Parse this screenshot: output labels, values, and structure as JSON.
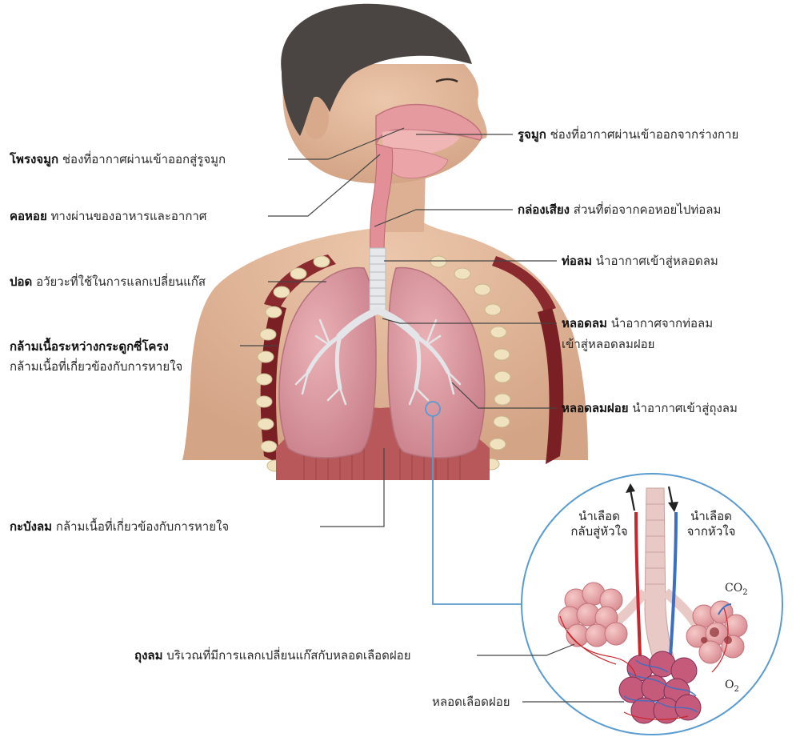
{
  "labels": {
    "nasal_cavity": {
      "term": "โพรงจมูก",
      "desc": "ช่องที่อากาศผ่านเข้าออกสู่รูจมูก"
    },
    "pharynx": {
      "term": "คอหอย",
      "desc": "ทางผ่านของอาหารและอากาศ"
    },
    "lung": {
      "term": "ปอด",
      "desc": "อวัยวะที่ใช้ในการแลกเปลี่ยนแก๊ส"
    },
    "intercostal": {
      "term": "กล้ามเนื้อระหว่างกระดูกซี่โครง",
      "desc": "กล้ามเนื้อที่เกี่ยวข้องกับการหายใจ"
    },
    "diaphragm": {
      "term": "กะบังลม",
      "desc": "กล้ามเนื้อที่เกี่ยวข้องกับการหายใจ"
    },
    "alveoli": {
      "term": "ถุงลม",
      "desc": "บริเวณที่มีการแลกเปลี่ยนแก๊สกับหลอดเลือดฝอย"
    },
    "capillary": {
      "text": "หลอดเลือดฝอย"
    },
    "nostril": {
      "term": "รูจมูก",
      "desc": "ช่องที่อากาศผ่านเข้าออกจากร่างกาย"
    },
    "larynx": {
      "term": "กล่องเสียง",
      "desc": "ส่วนที่ต่อจากคอหอยไปท่อลม"
    },
    "trachea": {
      "term": "ท่อลม",
      "desc": "นำอากาศเข้าสู่หลอดลม"
    },
    "bronchus": {
      "term": "หลอดลม",
      "desc": "นำอากาศจากท่อลม",
      "desc2": "เข้าสู่หลอดลมฝอย"
    },
    "bronchiole": {
      "term": "หลอดลมฝอย",
      "desc": "นำอากาศเข้าสู่ถุงลม"
    }
  },
  "zoom": {
    "left_line1": "นำเลือด",
    "left_line2": "กลับสู่หัวใจ",
    "right_line1": "นำเลือด",
    "right_line2": "จากหัวใจ",
    "co2": "CO",
    "o2": "O",
    "subscript": "2"
  },
  "colors": {
    "skin": "#e2b89b",
    "skin_dark": "#c99a7c",
    "hair": "#4a4542",
    "lung": "#e3a2a8",
    "lung_dark": "#c87e88",
    "rib": "#8a2a2e",
    "rib_bone": "#f0e2bf",
    "trachea": "#e6e8ea",
    "diaphragm": "#b8585a",
    "callout": "#5a9bd0",
    "vein_blue": "#3b6fc4",
    "artery_red": "#c8262c",
    "leader": "#444444"
  }
}
